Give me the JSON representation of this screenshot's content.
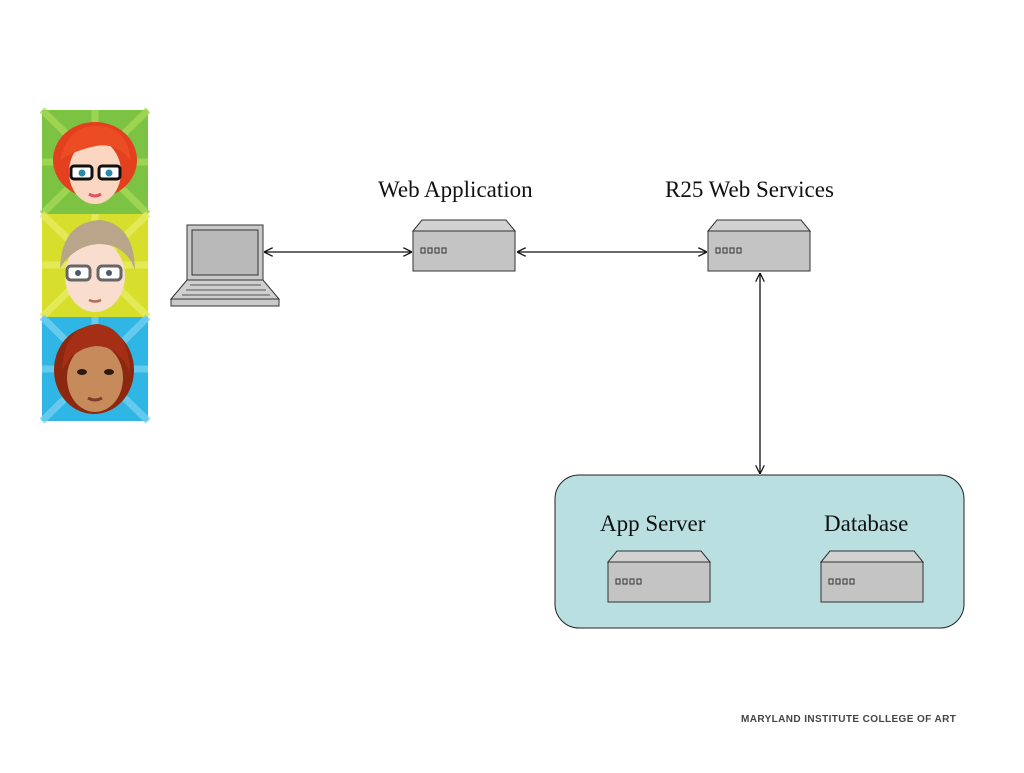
{
  "diagram": {
    "nodes": {
      "web_application": {
        "label": "Web Application"
      },
      "r25_web_services": {
        "label": "R25 Web Services"
      },
      "app_server": {
        "label": "App Server"
      },
      "database": {
        "label": "Database"
      }
    },
    "connections": [
      {
        "from": "laptop",
        "to": "web_application",
        "arrows": "both"
      },
      {
        "from": "web_application",
        "to": "r25_web_services",
        "arrows": "both"
      },
      {
        "from": "r25_web_services",
        "to": "server_cluster",
        "arrows": "both"
      }
    ]
  },
  "footer": {
    "text": "MARYLAND INSTITUTE COLLEGE OF ART"
  },
  "colors": {
    "cluster_fill": "#b9dfe1",
    "server_fill": "#c6c6c6",
    "panel_green": "#7cc243",
    "panel_yellow": "#d7de2c",
    "panel_blue": "#2fb6e5"
  },
  "icons": [
    "users-illustration",
    "laptop-icon",
    "server-icon"
  ]
}
